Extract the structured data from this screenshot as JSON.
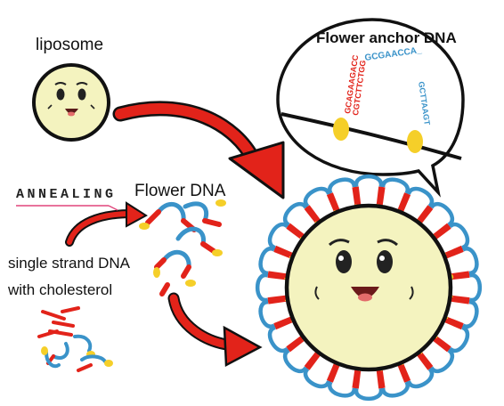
{
  "labels": {
    "liposome": "liposome",
    "flower_dna": "Flower DNA",
    "annealing": "ANNEALING",
    "single_strand_line1": "single strand DNA",
    "single_strand_line2": "with cholesterol",
    "anchor_title": "Flower anchor DNA"
  },
  "sequences": {
    "red_a": "GCAGAAGACC",
    "red_b": "CGTCTTCTGG",
    "blue_a": "GCGAACCA_",
    "blue_b": "GCTTAAGT"
  },
  "colors": {
    "red": "#e2231a",
    "blue": "#3a93c9",
    "yellow": "#f5cf29",
    "liposome_fill": "#f4f3bf",
    "annealing_underline": "#e0457b"
  }
}
